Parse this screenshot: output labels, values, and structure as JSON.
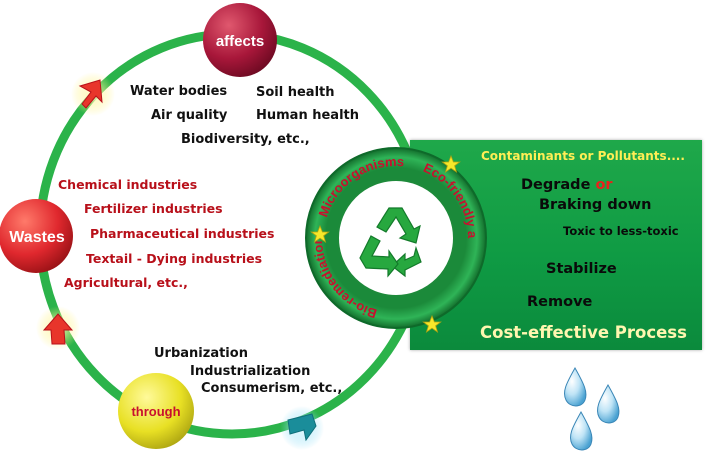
{
  "cycle": {
    "affects_label": "affects",
    "wastes_label": "Wastes",
    "through_label": "through",
    "affects_items": [
      "Water bodies",
      "Soil health",
      "Air quality",
      "Human health",
      "Biodiversity, etc.,"
    ],
    "waste_sources": [
      "Chemical industries",
      "Fertilizer industries",
      "Pharmaceutical industries",
      "Textail - Dying industries",
      "Agricultural, etc.,"
    ],
    "through_items": [
      "Urbanization",
      "Industrialization",
      "Consumerism, etc.,"
    ]
  },
  "ring": {
    "microorganisms": "Microorganisms",
    "eco_friendly": "Eco-friendly approach",
    "bio_remediation": "Bio-remediation"
  },
  "panel": {
    "header": "Contaminants or Pollutants....",
    "degrade": "Degrade",
    "or": "or",
    "breaking": "Braking down",
    "toxic": "Toxic to less-toxic",
    "stabilize": "Stabilize",
    "remove": "Remove",
    "cost": "Cost-effective Process"
  },
  "colors": {
    "cycle_green": "#2bb34a",
    "affects_circle": "#a8173a",
    "wastes_circle": "#e0282e",
    "through_circle": "#e8e024",
    "panel_green": "#129e46",
    "red_text": "#b8101a"
  }
}
